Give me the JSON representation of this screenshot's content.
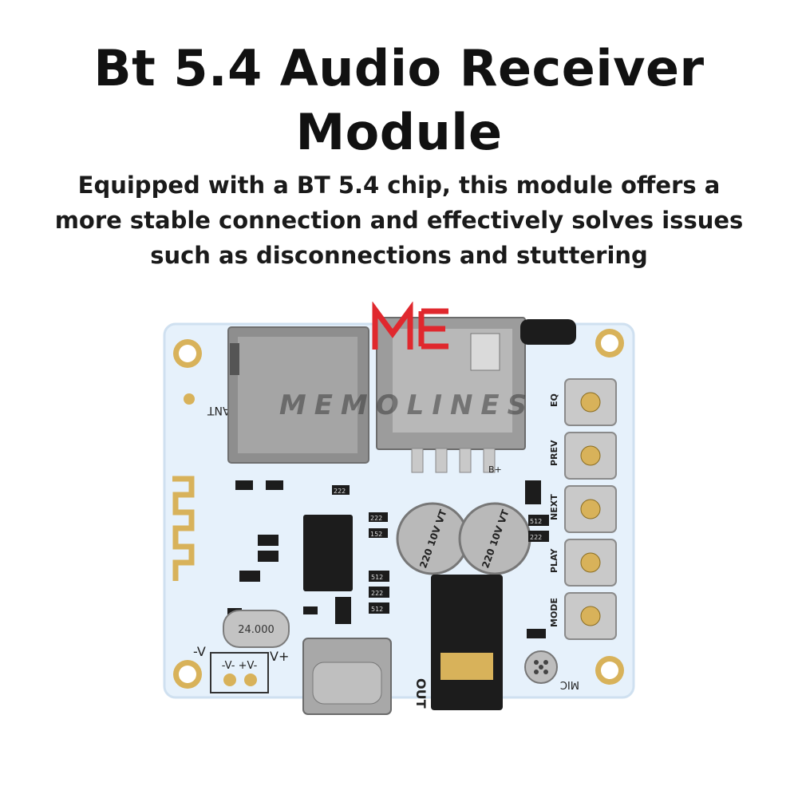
{
  "header": {
    "title_line1": "Bt 5.4 Audio Receiver",
    "title_line2": "Module",
    "description": "Equipped with a BT 5.4 chip, this module offers a more stable connection and effectively solves issues such as disconnections and stuttering"
  },
  "board": {
    "fm_antenna_label": "FM_ANT",
    "button_labels": [
      "EQ",
      "PREV",
      "NEXT",
      "PLAY",
      "MODE"
    ],
    "capacitor_label_left": "220 10V VT",
    "capacitor_label_right": "220 10V VT",
    "crystal_label": "24.000",
    "power_minus_label": "-V",
    "power_plus_label": "V+",
    "terminal_label": "-V- +V-",
    "output_label": "OUT",
    "mic_label": "MIC",
    "battery_label": "B+",
    "resistor_codes": [
      "222",
      "222",
      "152",
      "512",
      "222",
      "512",
      "512",
      "222"
    ]
  },
  "watermark": {
    "text": "MEMOLINES"
  },
  "colors": {
    "pcb": "#e6f1fb",
    "pcb_edge": "#cfe0f0",
    "gold": "#d8b25a",
    "component_black": "#1c1c1c",
    "metal": "#9a9a9a",
    "logo_red": "#e0282e"
  }
}
